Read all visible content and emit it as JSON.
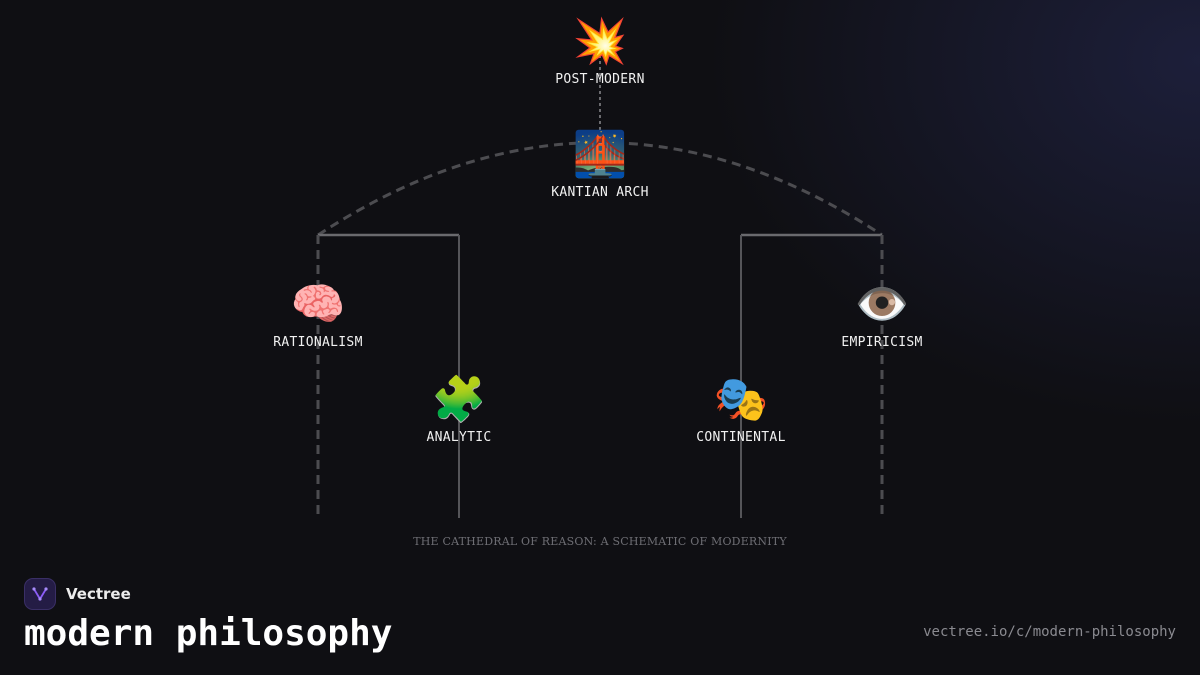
{
  "diagram": {
    "nodes": [
      {
        "id": "post-modern",
        "label": "POST-MODERN",
        "icon": "💥",
        "icon_name": "explosion-icon"
      },
      {
        "id": "kantian-arch",
        "label": "KANTIAN ARCH",
        "icon": "🌉",
        "icon_name": "bridge-icon"
      },
      {
        "id": "rationalism",
        "label": "RATIONALISM",
        "icon": "🧠",
        "icon_name": "brain-icon"
      },
      {
        "id": "empiricism",
        "label": "EMPIRICISM",
        "icon": "👁️",
        "icon_name": "eye-icon"
      },
      {
        "id": "analytic",
        "label": "ANALYTIC",
        "icon": "🧩",
        "icon_name": "puzzle-icon"
      },
      {
        "id": "continental",
        "label": "CONTINENTAL",
        "icon": "🎭",
        "icon_name": "theater-masks-icon"
      }
    ],
    "caption": "THE CATHEDRAL OF REASON: A SCHEMATIC OF MODERNITY"
  },
  "footer": {
    "brand_name": "Vectree",
    "title": "modern philosophy",
    "url": "vectree.io/c/modern-philosophy"
  },
  "colors": {
    "background": "#0f0f13",
    "line_solid": "#6a6a6e",
    "line_dashed": "#4a4a4e",
    "text": "#f1f1f1",
    "muted_text": "#6e6e74",
    "brand_accent": "#8b5cf6"
  }
}
